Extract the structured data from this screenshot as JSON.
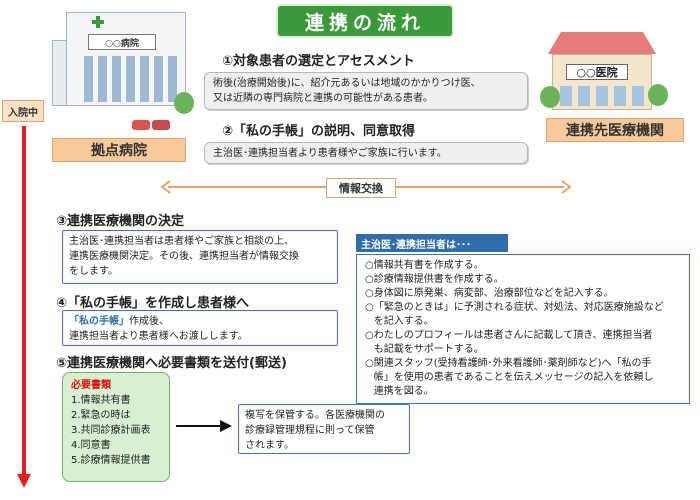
{
  "title": "連携の流れ",
  "base_hospital": {
    "sign": "○○病院",
    "label": "拠点病院"
  },
  "partner_clinic": {
    "sign": "○○医院",
    "label": "連携先医療機関"
  },
  "inpatient_label": "入院中",
  "step1": {
    "heading": "①対象患者の選定とアセスメント",
    "text_1": "術後(治療開始後)に、紹介元あるいは地域のかかりつけ医、",
    "text_2": "又は近隣の専門病院と連携の可能性がある患者。"
  },
  "step2": {
    "heading": "②「私の手帳」の説明、同意取得",
    "text": "主治医･連携担当者より患者様やご家族に行います。"
  },
  "exchange_label": "情報交換",
  "step3": {
    "heading": "③連携医療機関の決定",
    "text_1": "主治医･連携担当者は患者様やご家族と相談の上、",
    "text_2": "連携医療機関決定。その後、連携担当者が情報交換",
    "text_3": "をします。"
  },
  "step4": {
    "heading": "④「私の手帳」を作成し患者様へ",
    "text_highlight": "「私の手帳」",
    "text_1_rest": "作成後、",
    "text_2": "連携担当者より患者様へお渡しします。"
  },
  "step5": {
    "heading": "⑤連携医療機関へ必要書類を送付(郵送)"
  },
  "panel": {
    "header": "主治医･連携担当者は･･･",
    "items": [
      {
        "mark": "○",
        "lines": [
          "情報共有書を作成する。"
        ]
      },
      {
        "mark": "○",
        "lines": [
          "診療情報提供書を作成する。"
        ]
      },
      {
        "mark": "○",
        "lines": [
          "身体図に原発巣、病変部、治療部位などを記入する。"
        ]
      },
      {
        "mark": "○",
        "lines": [
          "「緊急のときは」に予測される症状、対処法、対応医療施設など",
          "を記入する。"
        ]
      },
      {
        "mark": "○",
        "lines": [
          "わたしのプロフィールは患者さんに記載して頂き、連携担当者",
          "も記載をサポートする。"
        ]
      },
      {
        "mark": "○",
        "lines": [
          "関連スタッフ(受持看護師･外来看護師･薬剤師など)へ「私の手",
          "帳」を使用の患者であることを伝えメッセージの記入を依頼し",
          "連携を図る。"
        ]
      }
    ]
  },
  "required_docs": {
    "title": "必要書類",
    "items": [
      "1.情報共有書",
      "2.緊急の時は",
      "3.共同診療計画表",
      "4.同意書",
      "5.診療情報提供書"
    ]
  },
  "storage_note": {
    "line_1": "複写を保管する。各医療機関の",
    "line_2": "診療録管理規程に則って保管",
    "line_3": "されます。"
  },
  "colors": {
    "title_green": "#3a9a3a",
    "label_orange": "#f7c99b",
    "timeline_red": "#e02020",
    "panel_blue": "#2f6ea8",
    "docs_green": "#d8efd2"
  }
}
